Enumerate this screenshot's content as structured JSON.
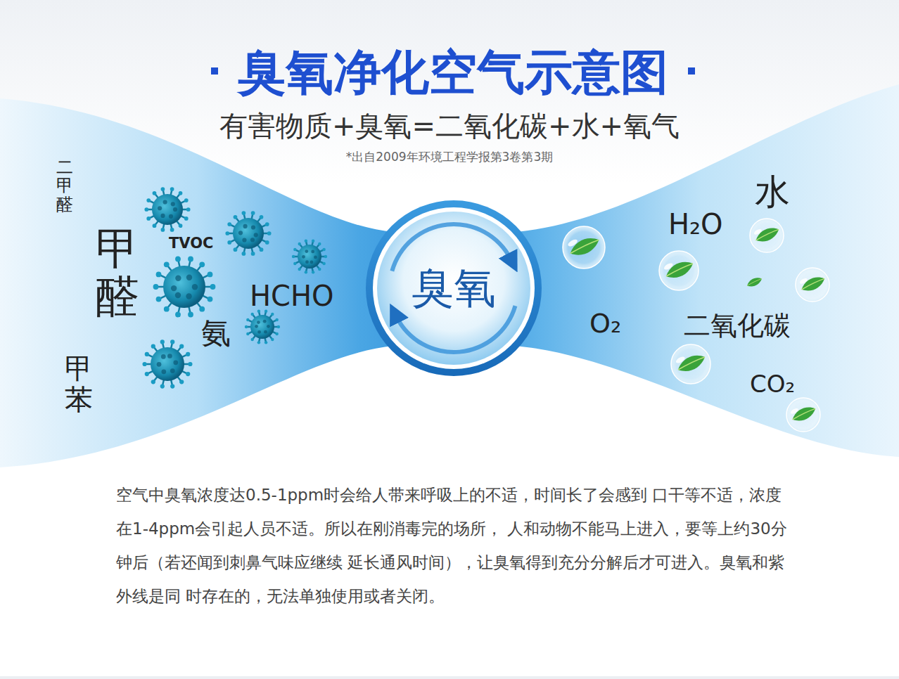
{
  "diagram": {
    "title": "臭氧净化空气示意图",
    "nodes": [
      {
        "text": [
          "臭氧"
        ]
      }
    ],
    "labels": [
      "有害物质+臭氧=二氧化碳+水+氧气",
      "*出自2009年环境工程学报第3卷第3期",
      "二甲醛",
      "甲醛",
      "TVOC",
      "HCHO",
      "氨",
      "甲苯",
      "水",
      "H₂O",
      "O₂",
      "二氧化碳",
      "CO₂",
      "空气中臭氧浓度达0.5-1ppm时会给人带来呼吸上的不适，时间长了会感到 口干等不适，浓度在1-4ppm会引起人员不适。所以在刚消毒完的场所， 人和动物不能马上进入，要等上约30分钟后（若还闻到刺鼻气味应继续 延长通风时间），让臭氧得到充分分解后才可进入。臭氧和紫外线是同 时存在的，无法单独使用或者关闭。"
    ]
  }
}
